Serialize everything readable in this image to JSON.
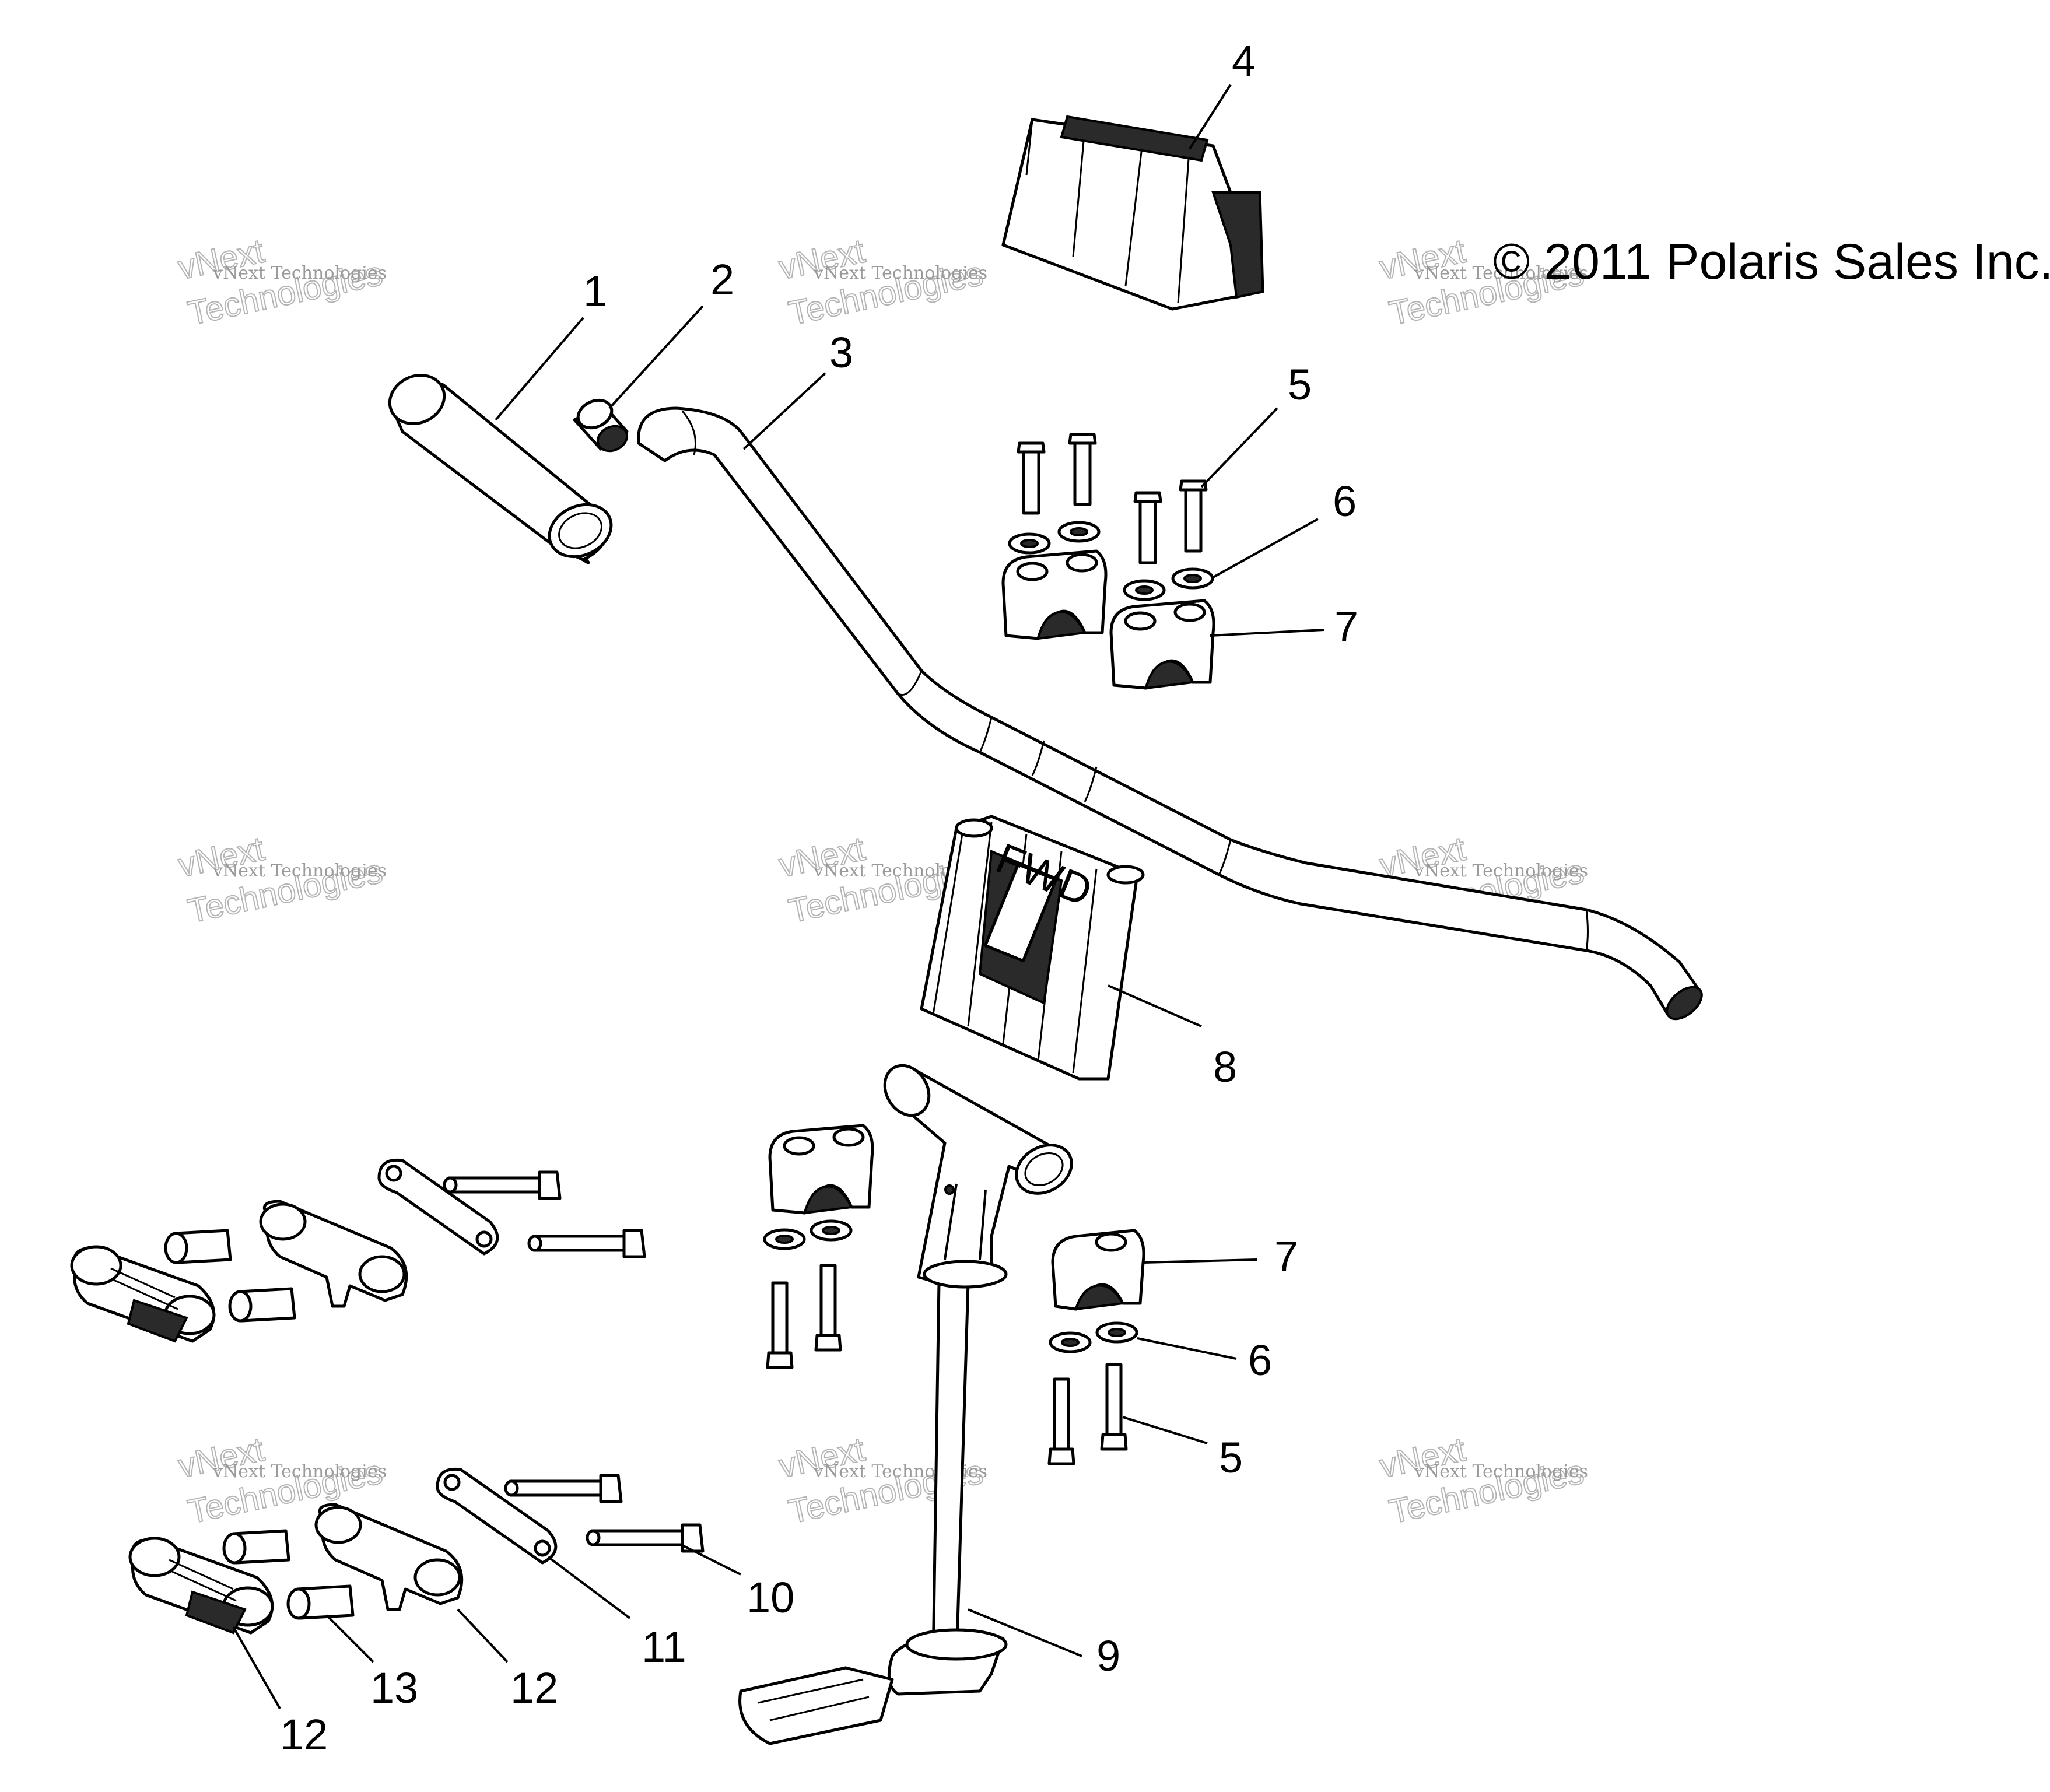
{
  "copyright": "© 2011 Polaris Sales Inc.",
  "watermark": {
    "line1": "vNext Technologies",
    "line2": "vNext",
    "line3": "Technologies"
  },
  "callouts": {
    "c1": "1",
    "c2": "2",
    "c3": "3",
    "c4": "4",
    "c5a": "5",
    "c6a": "6",
    "c7a": "7",
    "c8": "8",
    "c7b": "7",
    "c6b": "6",
    "c5b": "5",
    "c9": "9",
    "c10": "10",
    "c11": "11",
    "c12a": "12",
    "c12b": "12",
    "c13": "13"
  },
  "stamp_text": "FWD"
}
